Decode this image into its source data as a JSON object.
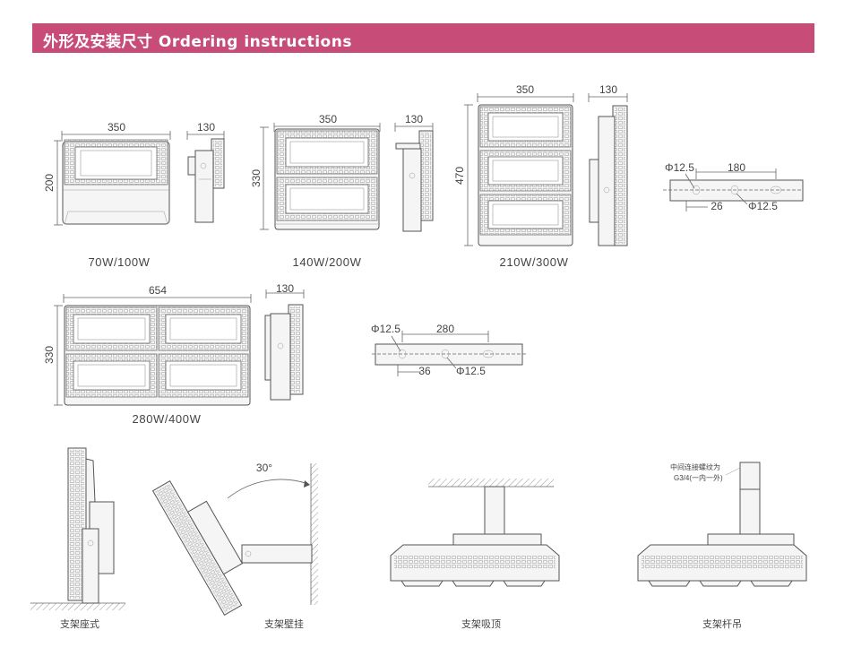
{
  "header": {
    "title": "外形及安装尺寸 Ordering instructions",
    "bg_color": "#c74d78"
  },
  "models": {
    "m70": {
      "caption": "70W/100W",
      "width": "350",
      "height": "200",
      "depth": "130"
    },
    "m140": {
      "caption": "140W/200W",
      "width": "350",
      "height": "330",
      "depth": "130"
    },
    "m210": {
      "caption": "210W/300W",
      "width": "350",
      "height": "470",
      "depth": "130"
    },
    "m280": {
      "caption": "280W/400W",
      "width": "654",
      "height": "330",
      "depth": "130"
    }
  },
  "bracket1": {
    "hole_left": "Φ12.5",
    "spacing": "180",
    "offset": "26",
    "hole_right": "Φ12.5"
  },
  "bracket2": {
    "hole_left": "Φ12.5",
    "spacing": "280",
    "offset": "36",
    "hole_right": "Φ12.5"
  },
  "mounting": {
    "seat": "支架座式",
    "wall": "支架壁挂",
    "wall_angle": "30°",
    "ceiling": "支架吸顶",
    "pole": "支架杆吊",
    "pole_note_line1": "中间连接螺纹为",
    "pole_note_line2": "G3/4(一内一外)"
  }
}
